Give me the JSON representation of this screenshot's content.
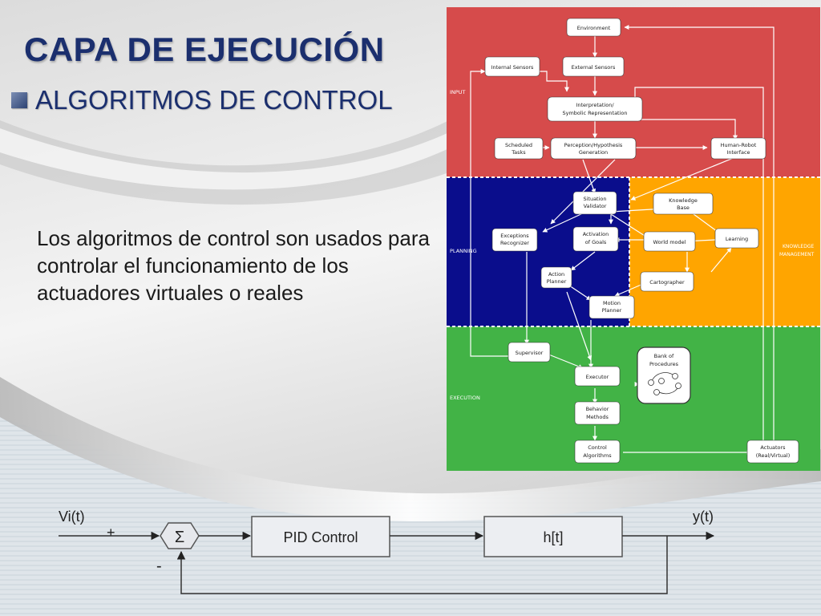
{
  "slide": {
    "title": "CAPA DE EJECUCIÓN",
    "bullet": "ALGORITMOS DE CONTROL",
    "body": "Los algoritmos de control son usados para controlar el funcionamiento de los actuadores virtuales o reales"
  },
  "architecture": {
    "regions": {
      "input": "INPUT",
      "planning": "PLANNING",
      "knowledge": "KNOWLEDGE MANAGEMENT",
      "execution": "EXECUTION"
    },
    "nodes": {
      "environment": "Environment",
      "internal_sensors": "Internal Sensors",
      "external_sensors": "External Sensors",
      "interpretation_1": "Interpretation/",
      "interpretation_2": "Symbolic Representation",
      "scheduled_1": "Scheduled",
      "scheduled_2": "Tasks",
      "perception_1": "Perception/Hypothesis",
      "perception_2": "Generation",
      "hri_1": "Human-Robot",
      "hri_2": "Interface",
      "situation_1": "Situation",
      "situation_2": "Validator",
      "knowledge_1": "Knowledge",
      "knowledge_2": "Base",
      "exceptions_1": "Exceptions",
      "exceptions_2": "Recognizer",
      "activation_1": "Activation",
      "activation_2": "of Goals",
      "world_model": "World model",
      "learning": "Learning",
      "action_1": "Action",
      "action_2": "Planner",
      "cartographer": "Cartographer",
      "motion_1": "Motion",
      "motion_2": "Planner",
      "supervisor": "Supervisor",
      "bank_1": "Bank of",
      "bank_2": "Procedures",
      "executor": "Executor",
      "behavior_1": "Behavior",
      "behavior_2": "Methods",
      "control_1": "Control",
      "control_2": "Algorithms",
      "actuators_1": "Actuators",
      "actuators_2": "(Real/Virtual)"
    },
    "colors": {
      "input": "#d64b4b",
      "planning": "#0a0d8c",
      "knowledge": "#ffa500",
      "execution": "#42b346"
    }
  },
  "pid": {
    "input_label": "Vi(t)",
    "output_label": "y(t)",
    "plus": "+",
    "minus": "-",
    "sum_symbol": "Σ",
    "controller": "PID Control",
    "plant": "h[t]"
  }
}
